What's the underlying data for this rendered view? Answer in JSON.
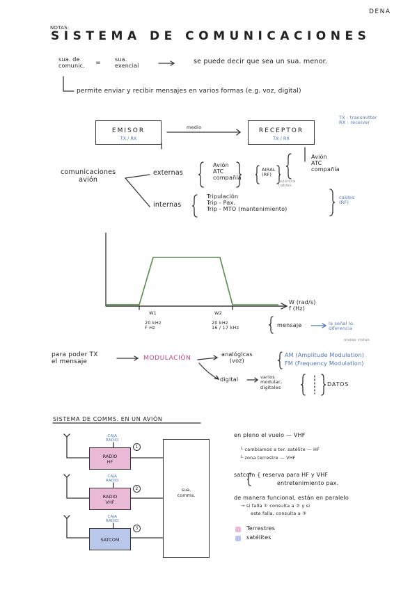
{
  "corner_label": "DENA",
  "notes_label": "NOTAS:",
  "title": "SISTEMA DE COMUNICACIONES",
  "intro": {
    "lhs": [
      "sua. de",
      "comunic."
    ],
    "eq": "=",
    "rhs": [
      "sua.",
      "exencial"
    ],
    "text": "se puede decir que sea un sua. menor.",
    "sub": "permite enviar y recibir mensajes en varios formas (e.g. voz, digital)"
  },
  "legend_txrx": [
    "TX : transmitter",
    "RX : receiver"
  ],
  "block": {
    "emisor": "EMISOR",
    "emisor_sub": "TX / RX",
    "medio": "medio",
    "receptor": "RECEPTOR",
    "receptor_sub": "TX / RX",
    "right_list": [
      "Avión",
      "ATC",
      "compañía"
    ]
  },
  "tree": {
    "root": [
      "comunicaciones",
      "avión"
    ],
    "externas": "externas",
    "ext_items": [
      "Avión",
      "ATC",
      "compañía"
    ],
    "ext_note": [
      "AIRAL",
      "(RF)"
    ],
    "ext_note2": [
      "aviónica",
      "cables"
    ],
    "internas": "internas",
    "int_items": [
      "Tripulación",
      "Trip - Pax.",
      "Trip - MTO (mantenimiento)"
    ],
    "int_note": [
      "cables",
      "(RF)"
    ]
  },
  "plot": {
    "w1": "W1",
    "w2": "W2",
    "xlabel": [
      "W (rad/s)",
      "f (Hz)"
    ],
    "f1": [
      "20 kHz",
      "F Hz"
    ],
    "f2": [
      "20 kHz",
      "16 / 17 kHz"
    ],
    "mensaje": "mensaje",
    "mensaje_note": [
      "la señal lo",
      "diferencia"
    ],
    "mensaje_note2": "ondas vistas"
  },
  "modulation": {
    "lhs": [
      "para poder TX",
      "el mensaje"
    ],
    "center": "MODULACIÓN",
    "analog": [
      "analógicas",
      "(voz)"
    ],
    "am": "AM (Amplitude Modulation)",
    "fm": "FM (Frequency Modulation)",
    "digital": "digital",
    "varios": [
      "varios",
      "modulac.",
      "digitales"
    ],
    "datos": "DATOS"
  },
  "section2": {
    "heading": "SISTEMA DE COMMS. EN UN AVIÓN",
    "radio_hf": [
      "RADIO",
      "HF"
    ],
    "radio_vhf": [
      "RADIO",
      "VHF"
    ],
    "satcom": "SATCOM",
    "sua_comms": [
      "sua.",
      "comms."
    ],
    "ctrl_label": [
      "CAJA",
      "RADIO"
    ],
    "n1": "1",
    "n2": "2",
    "n3": "3",
    "notes": [
      "en pleno el vuelo  —  VHF",
      "└ cambiamos a ter. satélite  — HF",
      "└ zona terrestre  —  VHF",
      "satcom { reserva para HF y VHF",
      "entretenimiento pax.",
      "de manera funcional, están en paralelo",
      "→ si falla ① consulta a ② y si",
      "este falla, consulta a ③"
    ],
    "legend": [
      "Terrestres",
      "satélites"
    ]
  },
  "colors": {
    "pink": "#e9b9d6",
    "blue": "#b9c7ea",
    "ink": "#222222",
    "accent_blue": "#4a73b8",
    "accent_pink": "#c2407e"
  }
}
